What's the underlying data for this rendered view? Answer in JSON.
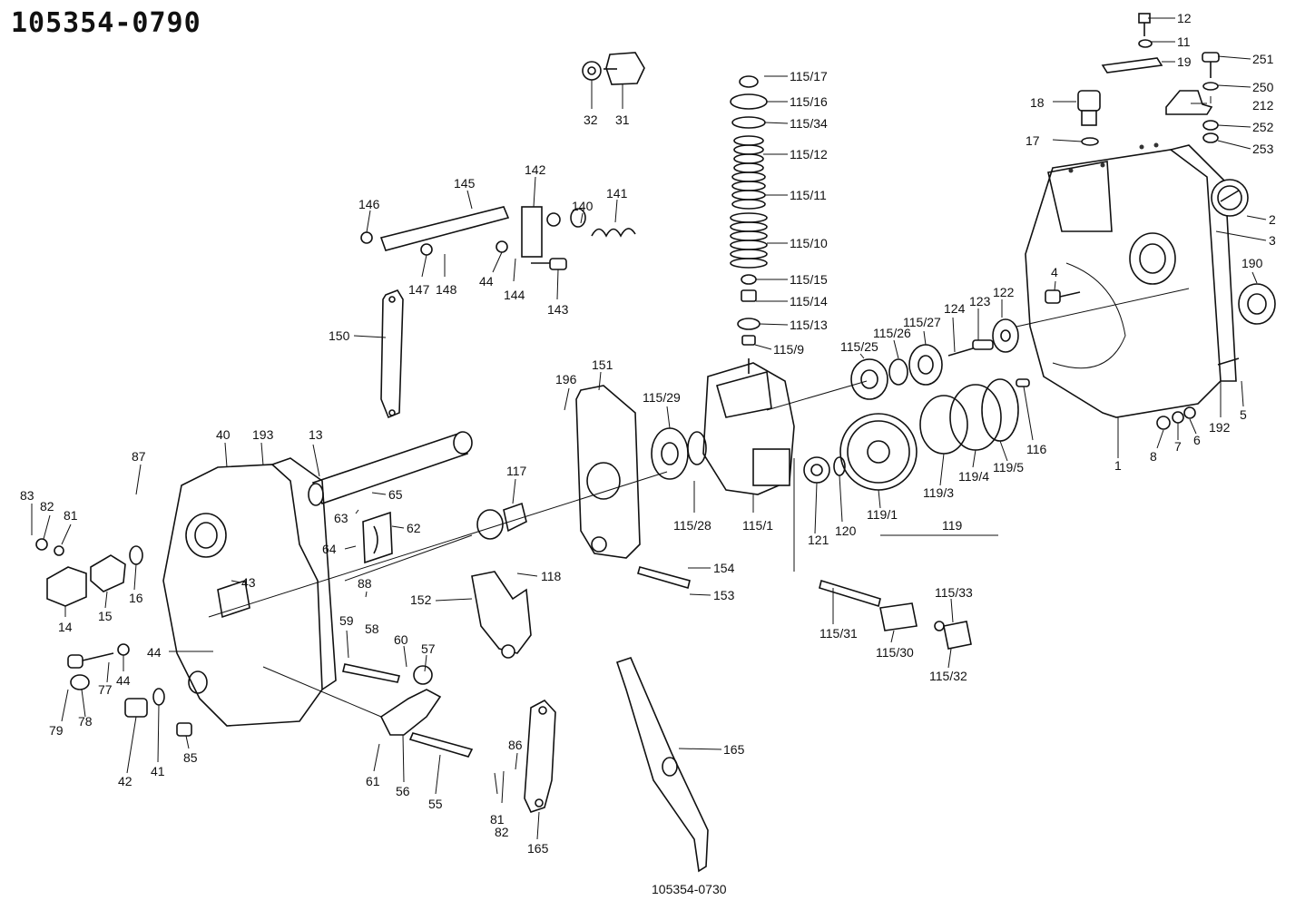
{
  "diagram_title": "105354-0790",
  "footer_ref": "105354-0730",
  "labels": {
    "p12": "12",
    "p11": "11",
    "p19": "19",
    "p251": "251",
    "p250": "250",
    "p212": "212",
    "p252": "252",
    "p253": "253",
    "p18": "18",
    "p17": "17",
    "p2": "2",
    "p3": "3",
    "p190": "190",
    "p4": "4",
    "p1": "1",
    "p5": "5",
    "p192": "192",
    "p6": "6",
    "p7": "7",
    "p8": "8",
    "p116": "116",
    "p119_5": "119/5",
    "p119_4": "119/4",
    "p119_3": "119/3",
    "p119_1": "119/1",
    "p119": "119",
    "p120": "120",
    "p121": "121",
    "p122": "122",
    "p123": "123",
    "p124": "124",
    "p115_27": "115/27",
    "p115_26": "115/26",
    "p115_25": "115/25",
    "p115_17": "115/17",
    "p115_16": "115/16",
    "p115_34": "115/34",
    "p115_12": "115/12",
    "p115_11": "115/11",
    "p115_10": "115/10",
    "p115_15": "115/15",
    "p115_14": "115/14",
    "p115_13": "115/13",
    "p115_9": "115/9",
    "p115_29": "115/29",
    "p115_28": "115/28",
    "p115_1": "115/1",
    "p115_31": "115/31",
    "p115_30": "115/30",
    "p115_33": "115/33",
    "p115_32": "115/32",
    "p32": "32",
    "p31": "31",
    "p142": "142",
    "p145": "145",
    "p146": "146",
    "p140": "140",
    "p141": "141",
    "p44a": "44",
    "p144": "144",
    "p143": "143",
    "p147": "147",
    "p148": "148",
    "p150": "150",
    "p196": "196",
    "p151": "151",
    "p117": "117",
    "p118": "118",
    "p152": "152",
    "p154": "154",
    "p153": "153",
    "p13": "13",
    "p65": "65",
    "p63": "63",
    "p62": "62",
    "p64": "64",
    "p40": "40",
    "p193": "193",
    "p87": "87",
    "p83": "83",
    "p82a": "82",
    "p81a": "81",
    "p14": "14",
    "p15": "15",
    "p16": "16",
    "p43": "43",
    "p88": "88",
    "p58": "58",
    "p59": "59",
    "p60": "60",
    "p57": "57",
    "p44b": "44",
    "p44c": "44",
    "p77": "77",
    "p79": "79",
    "p78": "78",
    "p42": "42",
    "p41": "41",
    "p85": "85",
    "p61": "61",
    "p56": "56",
    "p55": "55",
    "p86": "86",
    "p81b": "81",
    "p82b": "82",
    "p165a": "165",
    "p165b": "165"
  }
}
